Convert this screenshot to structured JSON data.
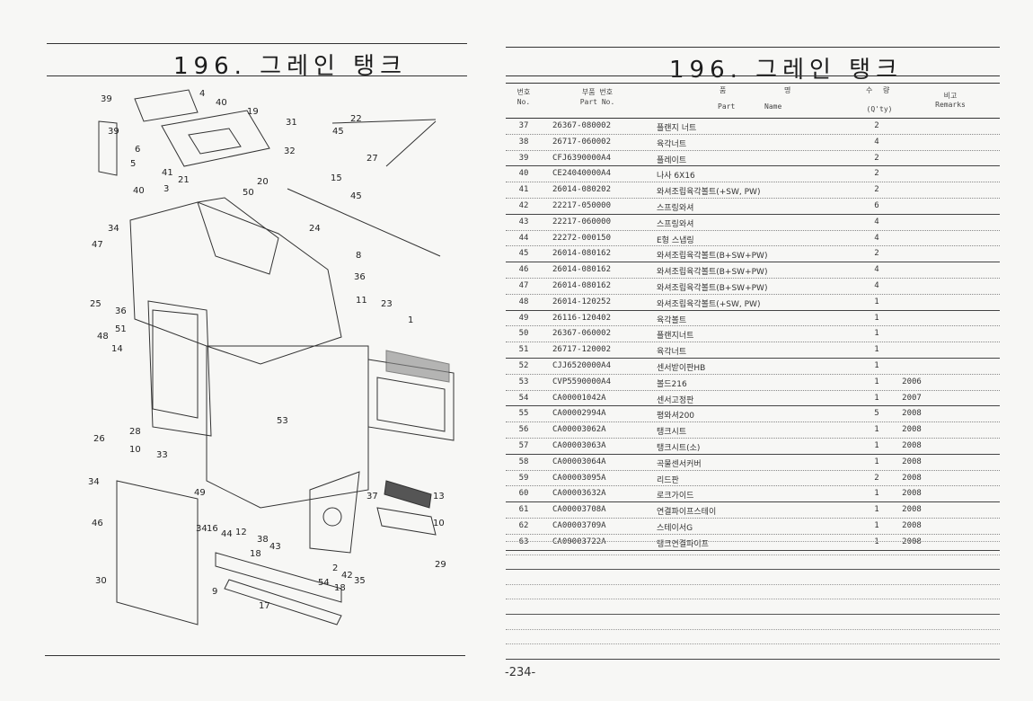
{
  "left_page": {
    "title": "196. 그레인 탱크"
  },
  "diagram": {
    "callouts": [
      "39",
      "4",
      "40",
      "19",
      "31",
      "22",
      "39",
      "45",
      "6",
      "32",
      "41",
      "5",
      "21",
      "27",
      "40",
      "3",
      "20",
      "50",
      "15",
      "45",
      "34",
      "24",
      "47",
      "8",
      "36",
      "11",
      "25",
      "36",
      "23",
      "1",
      "48",
      "51",
      "14",
      "53",
      "28",
      "26",
      "10",
      "33",
      "34",
      "49",
      "37",
      "13",
      "16",
      "46",
      "34",
      "44",
      "12",
      "38",
      "43",
      "10",
      "18",
      "29",
      "30",
      "9",
      "2",
      "42",
      "35",
      "54",
      "18",
      "17"
    ]
  },
  "right_page": {
    "title": "196. 그레인 탱크",
    "headers": {
      "no_ko": "번호",
      "no_en": "No.",
      "part_ko": "부품 번호",
      "part_en": "Part  No.",
      "name_ko_1": "품",
      "name_ko_2": "명",
      "name_en_1": "Part",
      "name_en_2": "Name",
      "qty_ko_1": "수",
      "qty_ko_2": "량",
      "qty_en": "(Q'ty)",
      "rem_ko": "비고",
      "rem_en": "Remarks"
    },
    "rows": [
      {
        "no": "37",
        "part": "26367-080002",
        "name": "플랜지 너트",
        "qty": "2",
        "remarks": ""
      },
      {
        "no": "38",
        "part": "26717-060002",
        "name": "육각너트",
        "qty": "4",
        "remarks": ""
      },
      {
        "no": "39",
        "part": "CFJ6390000A4",
        "name": "플레이트",
        "qty": "2",
        "remarks": ""
      },
      {
        "no": "40",
        "part": "CE24040000A4",
        "name": "나사 6X16",
        "qty": "2",
        "remarks": ""
      },
      {
        "no": "41",
        "part": "26014-080202",
        "name": "와셔조립육각볼트(+SW, PW)",
        "qty": "2",
        "remarks": ""
      },
      {
        "no": "42",
        "part": "22217-050000",
        "name": "스프링와셔",
        "qty": "6",
        "remarks": ""
      },
      {
        "no": "43",
        "part": "22217-060000",
        "name": "스프링와셔",
        "qty": "4",
        "remarks": ""
      },
      {
        "no": "44",
        "part": "22272-000150",
        "name": "E형 스냅링",
        "qty": "4",
        "remarks": ""
      },
      {
        "no": "45",
        "part": "26014-080162",
        "name": "와셔조립육각볼트(B+SW+PW)",
        "qty": "2",
        "remarks": ""
      },
      {
        "no": "46",
        "part": "26014-080162",
        "name": "와셔조립육각볼트(B+SW+PW)",
        "qty": "4",
        "remarks": ""
      },
      {
        "no": "47",
        "part": "26014-080162",
        "name": "와셔조립육각볼트(B+SW+PW)",
        "qty": "4",
        "remarks": ""
      },
      {
        "no": "48",
        "part": "26014-120252",
        "name": "와셔조립육각볼트(+SW, PW)",
        "qty": "1",
        "remarks": ""
      },
      {
        "no": "49",
        "part": "26116-120402",
        "name": "육각볼트",
        "qty": "1",
        "remarks": ""
      },
      {
        "no": "50",
        "part": "26367-060002",
        "name": "플랜지너트",
        "qty": "1",
        "remarks": ""
      },
      {
        "no": "51",
        "part": "26717-120002",
        "name": "육각너트",
        "qty": "1",
        "remarks": ""
      },
      {
        "no": "52",
        "part": "CJJ6520000A4",
        "name": "센서받이판HB",
        "qty": "1",
        "remarks": ""
      },
      {
        "no": "53",
        "part": "CVP5590000A4",
        "name": "볼드216",
        "qty": "1",
        "remarks": "2006"
      },
      {
        "no": "54",
        "part": "CA00001042A",
        "name": "센서고정판",
        "qty": "1",
        "remarks": "2007"
      },
      {
        "no": "55",
        "part": "CA00002994A",
        "name": "평와셔200",
        "qty": "5",
        "remarks": "2008"
      },
      {
        "no": "56",
        "part": "CA00003062A",
        "name": "탱크시트",
        "qty": "1",
        "remarks": "2008"
      },
      {
        "no": "57",
        "part": "CA00003063A",
        "name": "탱크시트(소)",
        "qty": "1",
        "remarks": "2008"
      },
      {
        "no": "58",
        "part": "CA00003064A",
        "name": "곡물센서커버",
        "qty": "1",
        "remarks": "2008"
      },
      {
        "no": "59",
        "part": "CA00003095A",
        "name": "리드판",
        "qty": "2",
        "remarks": "2008"
      },
      {
        "no": "60",
        "part": "CA00003632A",
        "name": "로크가이드",
        "qty": "1",
        "remarks": "2008"
      },
      {
        "no": "61",
        "part": "CA00003708A",
        "name": "연결파이프스테이",
        "qty": "1",
        "remarks": "2008"
      },
      {
        "no": "62",
        "part": "CA00003709A",
        "name": "스테이서G",
        "qty": "1",
        "remarks": "2008"
      },
      {
        "no": "63",
        "part": "CA00003722A",
        "name": "탱크연결파이프",
        "qty": "1",
        "remarks": "2008"
      }
    ],
    "page_number": "-234-"
  }
}
